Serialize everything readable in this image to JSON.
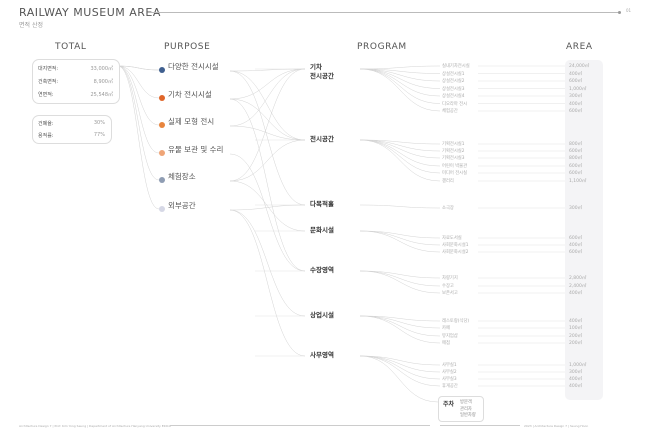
{
  "header": {
    "title": "RAILWAY MUSEUM AREA",
    "subtitle": "면적 산정",
    "page": "01"
  },
  "columns": {
    "total": "TOTAL",
    "purpose": "PURPOSE",
    "program": "PROGRAM",
    "area": "AREA"
  },
  "total": {
    "areas": [
      {
        "label": "대지면적:",
        "value": "33,000㎡"
      },
      {
        "label": "건축면적:",
        "value": "8,900㎡"
      },
      {
        "label": "연면적:",
        "value": "25,548㎡"
      }
    ],
    "ratios": [
      {
        "label": "건폐율:",
        "value": "30%"
      },
      {
        "label": "용적률:",
        "value": "77%"
      }
    ]
  },
  "purposes": [
    {
      "label": "다양한 전시시설",
      "color": "#3f5f8f"
    },
    {
      "label": "기차 전시시설",
      "color": "#e0662a"
    },
    {
      "label": "실제 모형 전시",
      "color": "#e8853d"
    },
    {
      "label": "유물 보관 및 수리",
      "color": "#efa577"
    },
    {
      "label": "체험장소",
      "color": "#8f9db3"
    },
    {
      "label": "외부공간",
      "color": "#d6d8e6"
    }
  ],
  "programs": [
    {
      "name": "기차\n전시공간",
      "items": [
        {
          "name": "실내기차전시실",
          "area": "24,000㎡"
        },
        {
          "name": "상설전시실1",
          "area": "400㎡"
        },
        {
          "name": "상설전시실2",
          "area": "600㎡"
        },
        {
          "name": "상설전시실3",
          "area": "1,000㎡"
        },
        {
          "name": "상설전시실4",
          "area": "300㎡"
        },
        {
          "name": "디오라마 전시",
          "area": "400㎡"
        },
        {
          "name": "체험공간",
          "area": "600㎡"
        }
      ]
    },
    {
      "name": "전시공간",
      "items": [
        {
          "name": "기획전시실1",
          "area": "800㎡"
        },
        {
          "name": "기획전시실2",
          "area": "600㎡"
        },
        {
          "name": "기획전시실3",
          "area": "800㎡"
        },
        {
          "name": "어린이 박물관",
          "area": "600㎡"
        },
        {
          "name": "미디어 전시실",
          "area": "600㎡"
        },
        {
          "name": "갤러리",
          "area": "1,100㎡"
        }
      ]
    },
    {
      "name": "다목적홀",
      "items": [
        {
          "name": "소극장",
          "area": "300㎡"
        }
      ]
    },
    {
      "name": "문화시설",
      "items": [
        {
          "name": "자료도서실",
          "area": "600㎡"
        },
        {
          "name": "사회문화시설1",
          "area": "400㎡"
        },
        {
          "name": "사회문화시설2",
          "area": "600㎡"
        }
      ]
    },
    {
      "name": "수장영역",
      "items": [
        {
          "name": "차량기지",
          "area": "2,800㎡"
        },
        {
          "name": "수장고",
          "area": "2,400㎡"
        },
        {
          "name": "보존서고",
          "area": "400㎡"
        }
      ]
    },
    {
      "name": "상업시설",
      "items": [
        {
          "name": "레스토랑(식당)",
          "area": "400㎡"
        },
        {
          "name": "카페",
          "area": "100㎡"
        },
        {
          "name": "뮤지엄샵",
          "area": "200㎡"
        },
        {
          "name": "매점",
          "area": "200㎡"
        }
      ]
    },
    {
      "name": "사무영역",
      "items": [
        {
          "name": "사무실1",
          "area": "1,000㎡"
        },
        {
          "name": "사무실2",
          "area": "300㎡"
        },
        {
          "name": "사무실3",
          "area": "400㎡"
        },
        {
          "name": "휴게공간",
          "area": "400㎡"
        }
      ]
    }
  ],
  "parking": {
    "label": "주차",
    "items": [
      "방문객",
      "관리자",
      "일반차량"
    ]
  },
  "footer": {
    "left": "Architecture Design 7 | Prof. Kim Yong Seung | Department of Architecture Hanyang University ERICA",
    "right": "2023 | Architecture Design 7 | Seung Hoon"
  }
}
